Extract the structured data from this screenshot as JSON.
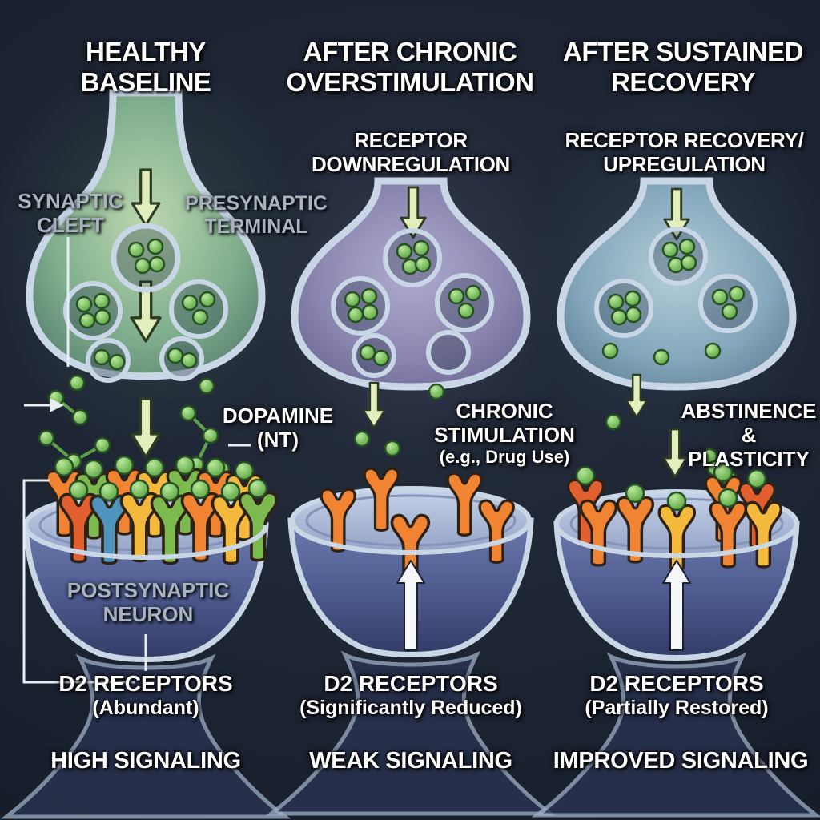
{
  "background_color": "#1b2230",
  "columns": [
    {
      "id": "healthy-baseline",
      "title": "HEALTHY BASELINE",
      "labels": {
        "synaptic_cleft": "SYNAPTIC CLEFT",
        "presynaptic_terminal": "PRESYNAPTIC TERMINAL",
        "dopamine": "DOPAMINE (NT)",
        "postsynaptic_neuron": "POSTSYNAPTIC NEURON"
      },
      "receptors_label": "D2 RECEPTORS",
      "receptors_state": "(Abundant)",
      "signaling": "HIGH SIGNALING",
      "receptor_count": 14,
      "terminal_color": "#7fae8e"
    },
    {
      "id": "after-chronic-overstimulation",
      "title": "AFTER CHRONIC OVERSTIMULATION",
      "subtitle": "RECEPTOR DOWNREGULATION",
      "annotation": "CHRONIC STIMULATION",
      "annotation_detail": "(e.g., Drug Use)",
      "receptors_label": "D2 RECEPTORS",
      "receptors_state": "(Significantly Reduced)",
      "signaling": "WEAK SIGNALING",
      "receptor_count": 5,
      "terminal_color": "#8a86b0"
    },
    {
      "id": "after-sustained-recovery",
      "title": "AFTER SUSTAINED RECOVERY",
      "subtitle": "RECEPTOR RECOVERY/ UPREGULATION",
      "annotation": "ABSTINENCE & PLASTICITY",
      "receptors_label": "D2 RECEPTORS",
      "receptors_state": "(Partially Restored)",
      "signaling": "IMPROVED SIGNALING",
      "receptor_count": 8,
      "terminal_color": "#85a8bc"
    }
  ],
  "palette": {
    "dopamine_green": "#6db54e",
    "receptor_orange": "#f08433",
    "receptor_yellow": "#f2b93c",
    "receptor_green": "#7cb94e",
    "receptor_blue": "#4f94bd",
    "receptor_red": "#e2602f",
    "membrane_outline": "#c9d6e6",
    "postsynaptic_blue": "#4f5c90",
    "arrow_green": "#e2efbc",
    "label_grey": "#a9b3c0",
    "label_white": "#ffffff"
  }
}
